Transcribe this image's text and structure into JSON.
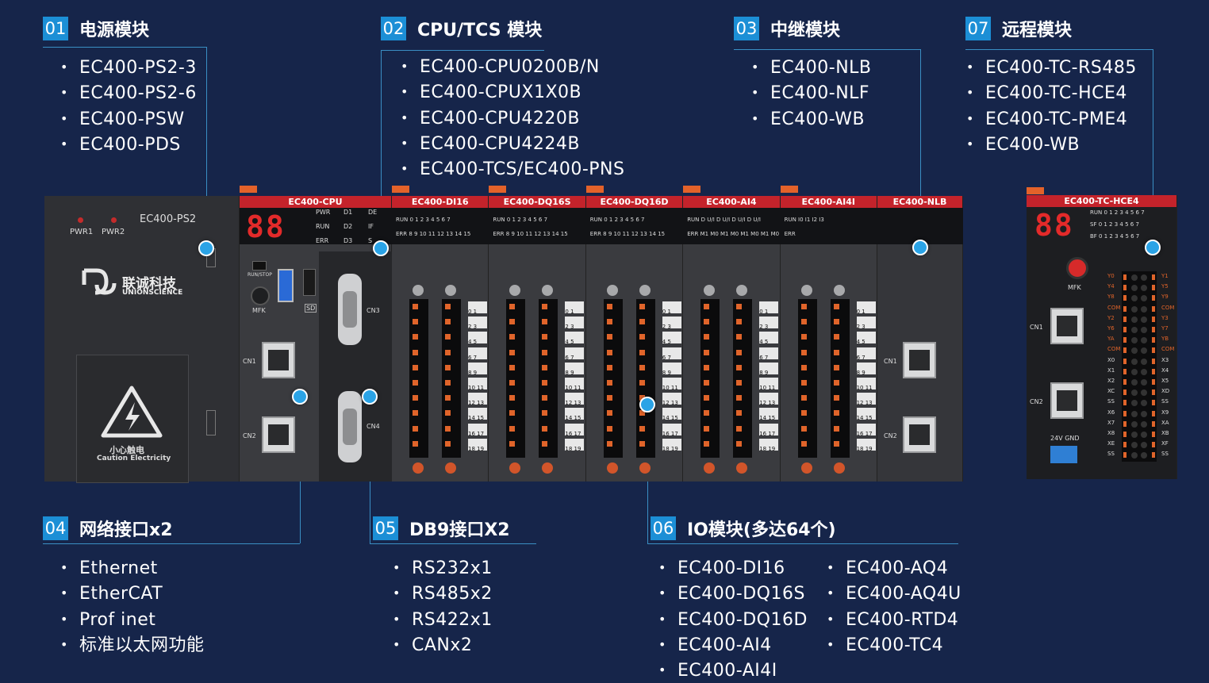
{
  "sections": {
    "s01": {
      "num": "01",
      "title": "电源模块",
      "items": [
        "EC400-PS2-3",
        "EC400-PS2-6",
        "EC400-PSW",
        "EC400-PDS"
      ]
    },
    "s02": {
      "num": "02",
      "title": "CPU/TCS 模块",
      "items": [
        "EC400-CPU0200B/N",
        "EC400-CPUX1X0B",
        "EC400-CPU4220B",
        "EC400-CPU4224B",
        "EC400-TCS/EC400-PNS"
      ]
    },
    "s03": {
      "num": "03",
      "title": "中继模块",
      "items": [
        "EC400-NLB",
        "EC400-NLF",
        "EC400-WB"
      ]
    },
    "s07": {
      "num": "07",
      "title": "远程模块",
      "items": [
        "EC400-TC-RS485",
        "EC400-TC-HCE4",
        "EC400-TC-PME4",
        "EC400-WB"
      ]
    },
    "s04": {
      "num": "04",
      "title": "网络接口x2",
      "items": [
        "Ethernet",
        "EtherCAT",
        "Prof inet",
        "标准以太网功能"
      ]
    },
    "s05": {
      "num": "05",
      "title": "DB9接口X2",
      "items": [
        "RS232x1",
        "RS485x2",
        "RS422x1",
        "CANx2"
      ]
    },
    "s06": {
      "num": "06",
      "title": "IO模块(多达64个)",
      "items_left": [
        "EC400-DI16",
        "EC400-DQ16S",
        "EC400-DQ16D",
        "EC400-AI4",
        "EC400-AI4I"
      ],
      "items_right": [
        "EC400-AQ4",
        "EC400-AQ4U",
        "EC400-RTD4",
        "EC400-TC4"
      ]
    }
  },
  "hardware": {
    "psu": {
      "model": "EC400-PS2",
      "pwr1": "PWR1",
      "pwr2": "PWR2",
      "brand_cn": "联诚科技",
      "brand_en": "UNIONSCIENCE",
      "warn_cn": "小心触电",
      "warn_en": "Caution Electricity"
    },
    "cpu": {
      "label": "EC400-CPU",
      "display": "88",
      "leds": [
        "PWR",
        "D1",
        "DE",
        "RUN",
        "D2",
        "IF",
        "ERR",
        "D3",
        "S"
      ],
      "run_stop": "RUN/STOP",
      "mfk": "MFK",
      "cn1": "CN1",
      "cn2": "CN2",
      "cn3": "CN3",
      "cn4": "CN4",
      "sd": "SD"
    },
    "io_modules": [
      {
        "label": "EC400-DI16",
        "row1": "RUN 0  1  2  3  4  5  6  7",
        "row2": "ERR  8  9  10 11 12 13 14 15"
      },
      {
        "label": "EC400-DQ16S",
        "row1": "RUN 0  1  2  3  4  5  6  7",
        "row2": "ERR  8  9  10 11 12 13 14 15"
      },
      {
        "label": "EC400-DQ16D",
        "row1": "RUN 0  1  2  3  4  5  6  7",
        "row2": "ERR  8  9  10 11 12 13 14 15"
      },
      {
        "label": "EC400-AI4",
        "row1": "RUN  D  U/I  D  U/I  D  U/I  D  U/I",
        "row2": "ERR M1 M0 M1 M0 M1 M0 M1 M0"
      },
      {
        "label": "EC400-AI4I",
        "row1": "RUN    I0     I1     I2    I3",
        "row2": "ERR"
      }
    ],
    "terminal_numbers": [
      "0 1",
      "2 3",
      "4 5",
      "6 7",
      "8 9",
      "10 11",
      "12 13",
      "14 15",
      "16 17",
      "18 19"
    ],
    "nlb": {
      "label": "EC400-NLB",
      "cn1": "CN1",
      "cn2": "CN2"
    },
    "remote": {
      "label": "EC400-TC-HCE4",
      "display": "88",
      "row_run": "RUN   0 1 2 3 4 5 6 7",
      "row_sf": "SF    0 1 2 3 4 5 6 7",
      "row_bf": "BF    0 1 2 3 4 5 6 7",
      "mfk": "MFK",
      "cn1": "CN1",
      "cn2": "CN2",
      "power": "24V GND",
      "left_labels": [
        "Y0",
        "Y4",
        "Y8",
        "COM",
        "Y2",
        "Y6",
        "YA",
        "COM",
        "X0",
        "X1",
        "X2",
        "XC",
        "SS",
        "X6",
        "X7",
        "X8",
        "XE",
        "SS"
      ],
      "right_labels": [
        "Y1",
        "Y5",
        "Y9",
        "COM",
        "Y3",
        "Y7",
        "YB",
        "COM",
        "X3",
        "X4",
        "X5",
        "XD",
        "SS",
        "X9",
        "XA",
        "XB",
        "XF",
        "SS"
      ]
    }
  }
}
